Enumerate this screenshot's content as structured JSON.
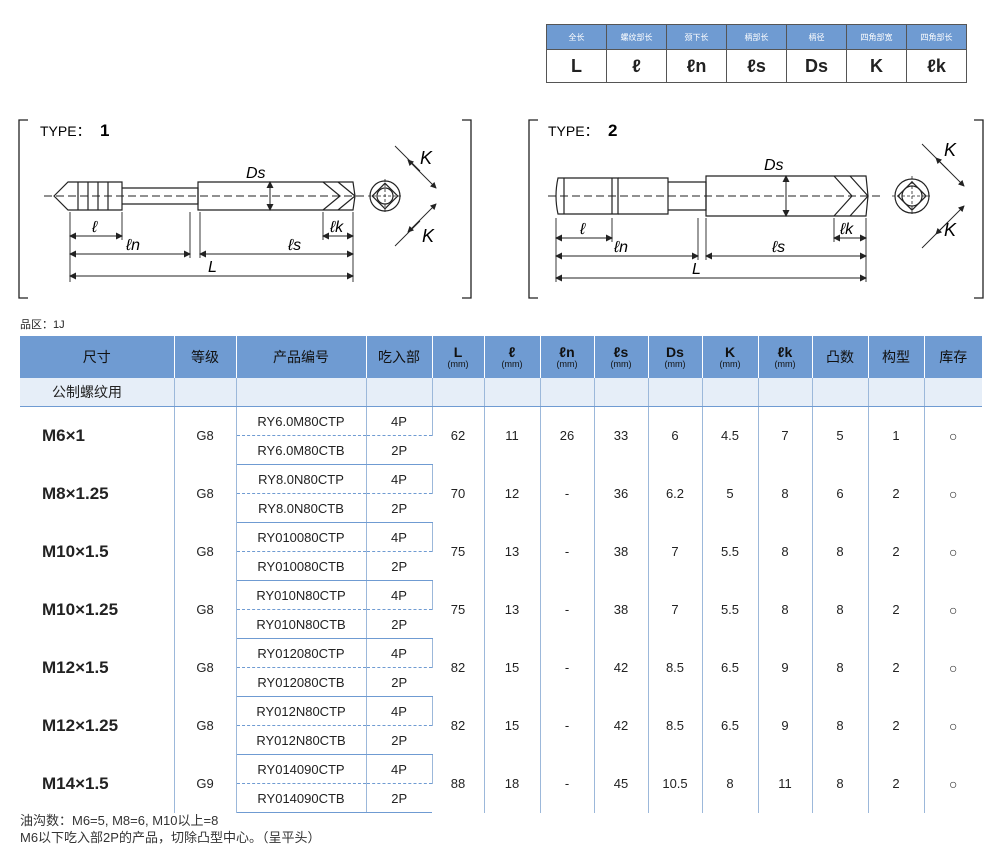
{
  "legend": {
    "headers": [
      "全长",
      "螺纹部长",
      "颈下长",
      "柄部长",
      "柄径",
      "四角部宽",
      "四角部长"
    ],
    "symbols": [
      "L",
      "ℓ",
      "ℓn",
      "ℓs",
      "Ds",
      "K",
      "ℓk"
    ]
  },
  "diagrams": {
    "type1": {
      "label": "TYPE：",
      "num": "1"
    },
    "type2": {
      "label": "TYPE：",
      "num": "2"
    },
    "dim": {
      "Ds": "Ds",
      "l": "ℓ",
      "ln": "ℓn",
      "ls": "ℓs",
      "lk": "ℓk",
      "L": "L",
      "K": "K"
    }
  },
  "product_area": "品区：1J",
  "table": {
    "headers": {
      "size": "尺寸",
      "grade": "等级",
      "code": "产品编号",
      "bite": "吃入部",
      "L": "L",
      "l": "ℓ",
      "ln": "ℓn",
      "ls": "ℓs",
      "Ds": "Ds",
      "K": "K",
      "lk": "ℓk",
      "unit": "(mm)",
      "lobes": "凸数",
      "type": "构型",
      "stock": "库存"
    },
    "category": "公制螺纹用",
    "rows": [
      {
        "size": "M6×1",
        "grade": "G8",
        "code1": "RY6.0M80CTP",
        "code2": "RY6.0M80CTB",
        "bite1": "4P",
        "bite2": "2P",
        "L": "62",
        "l": "11",
        "ln": "26",
        "ls": "33",
        "Ds": "6",
        "K": "4.5",
        "lk": "7",
        "lobes": "5",
        "type": "1",
        "stock": "○"
      },
      {
        "size": "M8×1.25",
        "grade": "G8",
        "code1": "RY8.0N80CTP",
        "code2": "RY8.0N80CTB",
        "bite1": "4P",
        "bite2": "2P",
        "L": "70",
        "l": "12",
        "ln": "-",
        "ls": "36",
        "Ds": "6.2",
        "K": "5",
        "lk": "8",
        "lobes": "6",
        "type": "2",
        "stock": "○"
      },
      {
        "size": "M10×1.5",
        "grade": "G8",
        "code1": "RY010080CTP",
        "code2": "RY010080CTB",
        "bite1": "4P",
        "bite2": "2P",
        "L": "75",
        "l": "13",
        "ln": "-",
        "ls": "38",
        "Ds": "7",
        "K": "5.5",
        "lk": "8",
        "lobes": "8",
        "type": "2",
        "stock": "○"
      },
      {
        "size": "M10×1.25",
        "grade": "G8",
        "code1": "RY010N80CTP",
        "code2": "RY010N80CTB",
        "bite1": "4P",
        "bite2": "2P",
        "L": "75",
        "l": "13",
        "ln": "-",
        "ls": "38",
        "Ds": "7",
        "K": "5.5",
        "lk": "8",
        "lobes": "8",
        "type": "2",
        "stock": "○"
      },
      {
        "size": "M12×1.5",
        "grade": "G8",
        "code1": "RY012080CTP",
        "code2": "RY012080CTB",
        "bite1": "4P",
        "bite2": "2P",
        "L": "82",
        "l": "15",
        "ln": "-",
        "ls": "42",
        "Ds": "8.5",
        "K": "6.5",
        "lk": "9",
        "lobes": "8",
        "type": "2",
        "stock": "○"
      },
      {
        "size": "M12×1.25",
        "grade": "G8",
        "code1": "RY012N80CTP",
        "code2": "RY012N80CTB",
        "bite1": "4P",
        "bite2": "2P",
        "L": "82",
        "l": "15",
        "ln": "-",
        "ls": "42",
        "Ds": "8.5",
        "K": "6.5",
        "lk": "9",
        "lobes": "8",
        "type": "2",
        "stock": "○"
      },
      {
        "size": "M14×1.5",
        "grade": "G9",
        "code1": "RY014090CTP",
        "code2": "RY014090CTB",
        "bite1": "4P",
        "bite2": "2P",
        "L": "88",
        "l": "18",
        "ln": "-",
        "ls": "45",
        "Ds": "10.5",
        "K": "8",
        "lk": "11",
        "lobes": "8",
        "type": "2",
        "stock": "○"
      }
    ]
  },
  "notes": [
    "油沟数：M6=5, M8=6, M10以上=8",
    "M6以下吃入部2P的产品，切除凸型中心。（呈平头）"
  ]
}
